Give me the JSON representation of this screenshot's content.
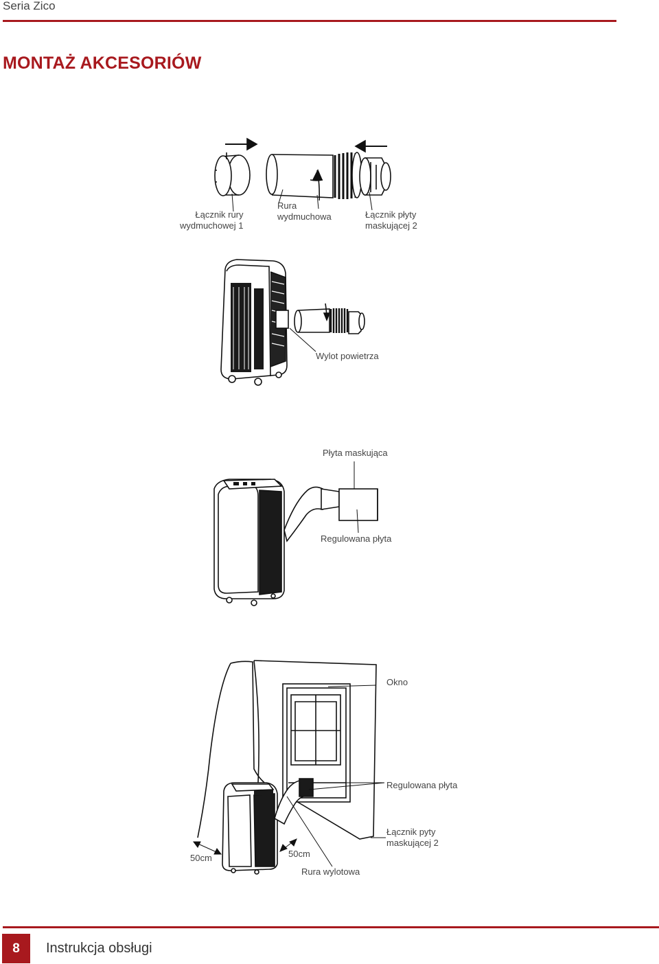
{
  "header": {
    "series": "Seria Zico"
  },
  "section_title": "MONTAŻ AKCESORIÓW",
  "fig1": {
    "label_connector1": "Łącznik rury\nwydmuchowej 1",
    "label_pipe": "Rura\nwydmuchowa",
    "label_connector2": "Łącznik płyty\nmaskującej 2"
  },
  "fig2": {
    "label_outlet": "Wylot powietrza"
  },
  "fig3": {
    "label_mask_plate": "Płyta maskująca",
    "label_adjustable": "Regulowana płyta"
  },
  "fig4": {
    "label_window": "Okno",
    "label_adjustable": "Regulowana płyta",
    "label_connector": "Łącznik pyty\nmaskującej 2",
    "label_dist_left": "50cm",
    "label_dist_right": "50cm",
    "label_outlet_pipe": "Rura wylotowa"
  },
  "footer": {
    "page_number": "8",
    "doc_title": "Instrukcja obsługi"
  },
  "colors": {
    "accent": "#a8191e"
  }
}
